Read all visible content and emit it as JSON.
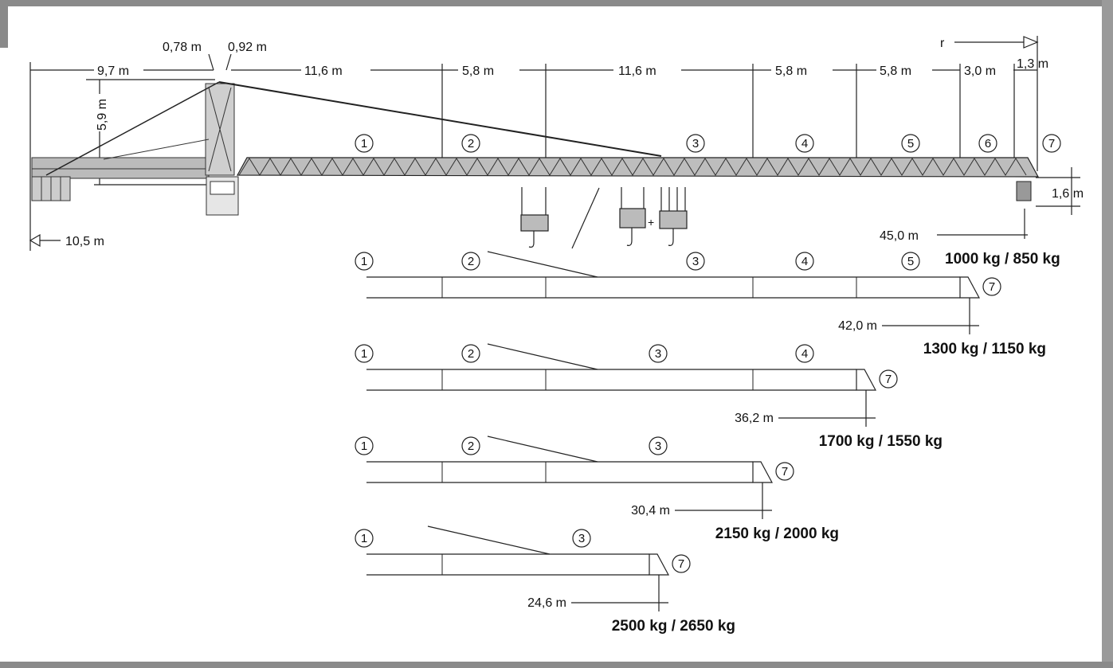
{
  "top_dimensions": {
    "counter_jib": "9,7 m",
    "offset_a": "0,78 m",
    "offset_b": "0,92 m",
    "height": "5,9 m",
    "jib_s1": "11,6 m",
    "jib_s2": "5,8 m",
    "jib_s3": "11,6 m",
    "jib_s4": "5,8 m",
    "jib_s5": "5,8 m",
    "jib_s6": "3,0 m",
    "jib_tip": "1,3 m",
    "radius_label": "r",
    "tail_radius": "10,5 m",
    "hook_drop": "1,6 m"
  },
  "hook_plus": "+",
  "main_jib": {
    "sections": [
      "1",
      "2",
      "3",
      "4",
      "5",
      "6",
      "7"
    ],
    "length": "45,0 m",
    "load": "1000 kg / 850 kg"
  },
  "configs": [
    {
      "sections": [
        "1",
        "2",
        "3",
        "4",
        "5",
        "7"
      ],
      "length": "42,0 m",
      "load": "1300 kg / 1150 kg"
    },
    {
      "sections": [
        "1",
        "2",
        "3",
        "4",
        "7"
      ],
      "length": "36,2 m",
      "load": "1700 kg / 1550 kg"
    },
    {
      "sections": [
        "1",
        "2",
        "3",
        "7"
      ],
      "length": "30,4 m",
      "load": "2150 kg / 2000 kg"
    },
    {
      "sections": [
        "1",
        "3",
        "7"
      ],
      "length": "24,6 m",
      "load": "2500 kg / 2650 kg"
    }
  ]
}
